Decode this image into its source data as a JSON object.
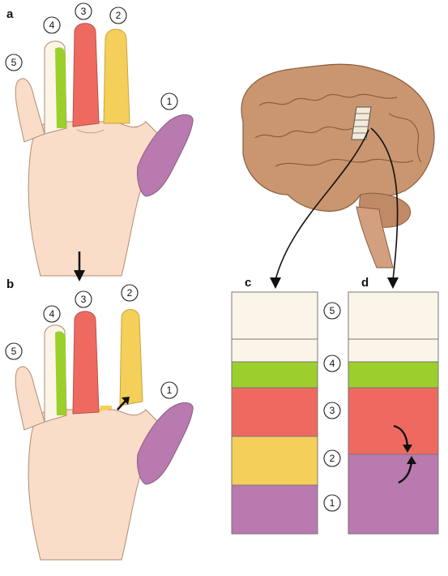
{
  "panels": {
    "a": "a",
    "b": "b",
    "c": "c",
    "d": "d"
  },
  "digit_numbers": [
    "1",
    "2",
    "3",
    "4",
    "5"
  ],
  "colors": {
    "thumb_1": "#b97aaf",
    "index_2": "#f4cf59",
    "middle_3": "#ee6a61",
    "ring_4": "#9dcf2c",
    "little_5": "#fbf5e8",
    "skin": "#f9ddc8",
    "brain": "#c99670"
  },
  "maps": {
    "c": {
      "bands": [
        "5",
        "4",
        "3",
        "2",
        "1"
      ]
    },
    "d": {
      "bands": [
        "5",
        "4",
        "3",
        "1"
      ],
      "note": "area 2 absent; areas 3 and 1 expand"
    }
  },
  "icons": [
    "down-arrow-icon",
    "curved-arrow-icon",
    "brain-illustration",
    "hand-illustration"
  ]
}
